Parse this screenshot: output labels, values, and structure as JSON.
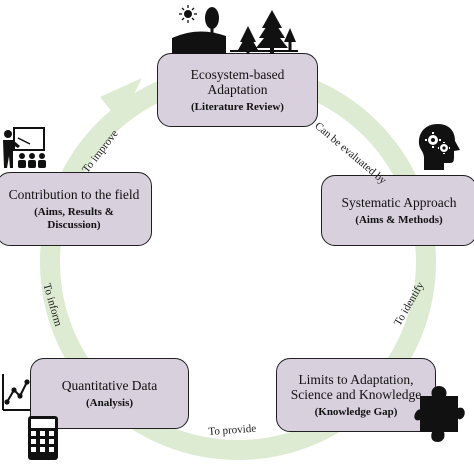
{
  "boxes": {
    "eba": {
      "title": "Ecosystem-based Adaptation",
      "sub": "(Literature Review)"
    },
    "systematic": {
      "title": "Systematic Approach",
      "sub": "(Aims & Methods)"
    },
    "limits": {
      "title": "Limits to Adaptation, Science and Knowledge",
      "sub": "(Knowledge Gap)"
    },
    "quant": {
      "title": "Quantitative Data",
      "sub": "(Analysis)"
    },
    "contribution": {
      "title": "Contribution to the field",
      "sub": "(Aims, Results & Discussion)"
    }
  },
  "arrows": {
    "evaluated": "Can be evaluated by",
    "identify": "To identify",
    "provide": "To provide",
    "inform": "To inform",
    "improve": "To improve"
  },
  "icons": [
    "landscape-trees-icon",
    "head-gears-icon",
    "puzzle-icon",
    "chart-calculator-icon",
    "presenter-icon"
  ],
  "colors": {
    "box_fill": "#d9d0de",
    "cycle_arrow": "#dcebd1",
    "outline": "#1f1f1f"
  }
}
